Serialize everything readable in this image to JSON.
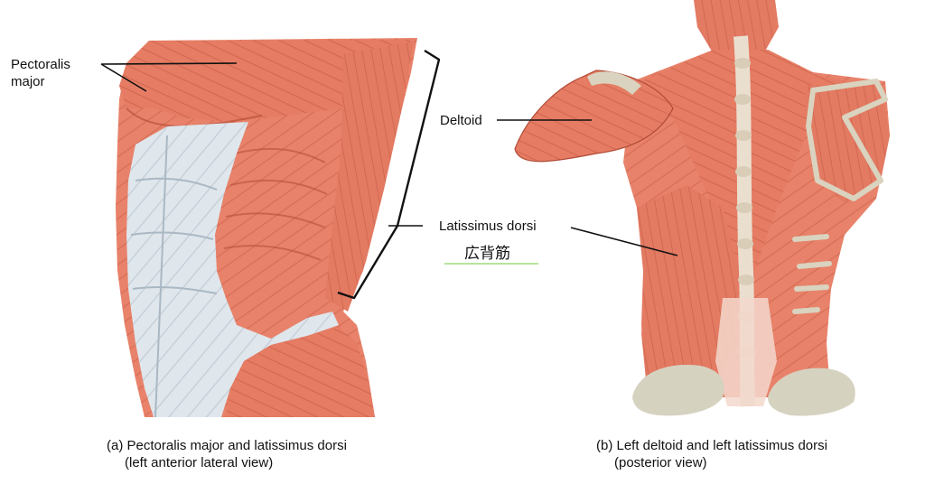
{
  "labels": {
    "pectoralis_line1": "Pectoralis",
    "pectoralis_line2": "major",
    "deltoid": "Deltoid",
    "latissimus": "Latissimus dorsi",
    "latissimus_jp": "広背筋"
  },
  "captions": {
    "a_line1": "(a) Pectoralis major and latissimus dorsi",
    "a_line2": "(left anterior lateral view)",
    "b_line1": "(b) Left deltoid and left latissimus dorsi",
    "b_line2": "(posterior view)"
  },
  "colors": {
    "muscle": "#e8826a",
    "muscle_dark": "#c95a44",
    "fascia": "#dfe6ec",
    "bone": "#d9d3bf",
    "annotation_underline": "#b8e3a0"
  }
}
